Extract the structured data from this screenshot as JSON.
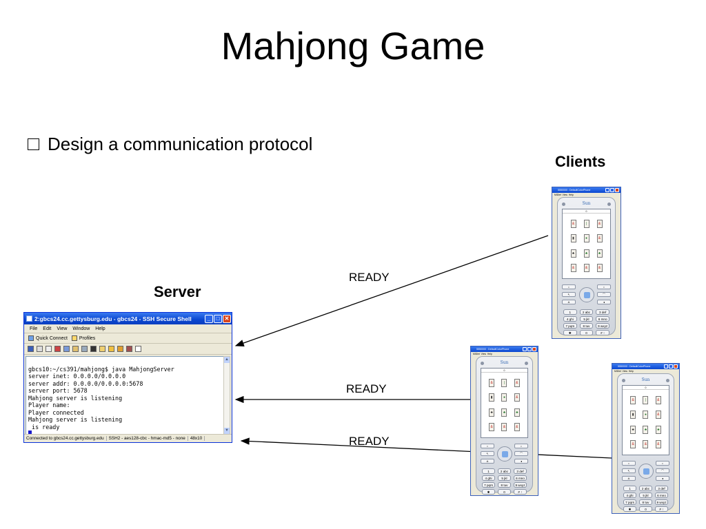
{
  "slide": {
    "title": "Mahjong Game",
    "bullet": "Design a communication protocol",
    "clients_label": "Clients",
    "server_label": "Server"
  },
  "arrows": [
    {
      "label": "READY"
    },
    {
      "label": "READY"
    },
    {
      "label": "READY"
    }
  ],
  "ssh": {
    "title": "2:gbcs24.cc.gettysburg.edu - gbcs24 - SSH Secure Shell",
    "menu": [
      "File",
      "Edit",
      "View",
      "Window",
      "Help"
    ],
    "quick_connect": "Quick Connect",
    "profiles": "Profiles",
    "terminal_lines": [
      "gbcs10:~/cs391/mahjong$ java MahjongServer",
      "server inet: 0.0.0.0/0.0.0.0",
      "server addr: 0.0.0.0/0.0.0.0:5678",
      "server port: 5678",
      "Mahjong server is listening",
      "Player name:",
      "Player connected",
      "Mahjong server is listening",
      " is ready"
    ],
    "status": {
      "connection": "Connected to gbcs24.cc.gettysburg.edu",
      "cipher": "SSH2 - aes128-cbc - hmac-md5 - none",
      "size": "48x10"
    }
  },
  "phone": {
    "title": "5550000 : DefaultColorPhone",
    "menu": "MIDlet  View  Help",
    "logo": "Sun",
    "screen_status": "0",
    "tiles": [
      {
        "glyph": "&",
        "color": "red"
      },
      {
        "glyph": "|",
        "color": "green"
      },
      {
        "glyph": "&",
        "color": "red"
      },
      {
        "glyph": "▮",
        "color": "dark"
      },
      {
        "glyph": "●",
        "color": "green"
      },
      {
        "glyph": "&",
        "color": "red"
      },
      {
        "glyph": "♣",
        "color": "dark"
      },
      {
        "glyph": "♣",
        "color": "green"
      },
      {
        "glyph": "♣",
        "color": "green"
      },
      {
        "glyph": "&",
        "color": "red"
      },
      {
        "glyph": "&",
        "color": "red"
      },
      {
        "glyph": "&",
        "color": "red"
      }
    ],
    "keys": [
      "1",
      "2 abc",
      "3 def",
      "4 ghi",
      "5 jkl",
      "6 mno",
      "7 pqrs",
      "8 tuv",
      "9 wxyz",
      "✱",
      "0",
      "# ↑"
    ]
  },
  "colors": {
    "xp_title": "#0a46d0",
    "arrow": "#000000"
  }
}
